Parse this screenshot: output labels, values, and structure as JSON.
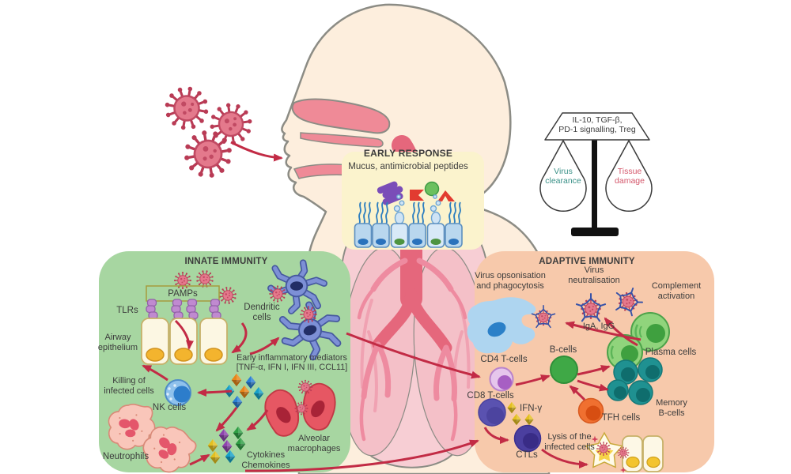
{
  "early_response": {
    "title": "EARLY RESPONSE",
    "subtitle": "Mucus, antimicrobial peptides"
  },
  "balance": {
    "beam": "IL-10, TGF-β,\nPD-1 signalling, Treg",
    "left_pan": "Virus\nclearance",
    "right_pan": "Tissue\ndamage"
  },
  "innate": {
    "title": "INNATE IMMUNITY",
    "pamps": "PAMPs",
    "tlrs": "TLRs",
    "airway_epithelium": "Airway\nepithelium",
    "dendritic_cells": "Dendritic\ncells",
    "mediators": "Early inflammatory mediators\n[TNF-α, IFN I, IFN III, CCL11]",
    "killing": "Killing of\ninfected cells",
    "nk_cells": "NK cells",
    "neutrophils": "Neutrophils",
    "alveolar_macrophages": "Alveolar\nmacrophages",
    "cytokines_chemokines": "Cytokines\nChemokines"
  },
  "adaptive": {
    "title": "ADAPTIVE IMMUNITY",
    "opsonisation": "Virus opsonisation\nand phagocytosis",
    "neutralisation": "Virus\nneutralisation",
    "complement": "Complement\nactivation",
    "iga_igg": "IgA, IgG",
    "b_cells": "B-cells",
    "cd4_t_cells": "CD4 T-cells",
    "plasma_cells": "Plasma cells",
    "cd8_t_cells": "CD8 T-cells",
    "ifn_gamma": "IFN-γ",
    "memory_b_cells": "Memory\nB-cells",
    "tfh_cells": "TFH cells",
    "lysis": "Lysis of the\ninfected cells",
    "ctls": "CTLs"
  },
  "colors": {
    "innate_panel": "#a7d6a1",
    "adaptive_panel": "#f7c9ab",
    "early_panel": "#fbf3cd",
    "arrow": "#c22b45",
    "virus_body": "#e4798c",
    "virus_spike": "#b93b55",
    "teal_text": "#3a9188",
    "red_text": "#d4576b",
    "skin": "#fdeedd",
    "airway_pink": "#ef8a97"
  },
  "icons": {
    "virus-icon": "coronavirus particle",
    "cytokine-icon": "faceted diamond",
    "antibody-icon": "Y-shaped immunoglobulin",
    "balance-scale-icon": "two-pan balance"
  }
}
